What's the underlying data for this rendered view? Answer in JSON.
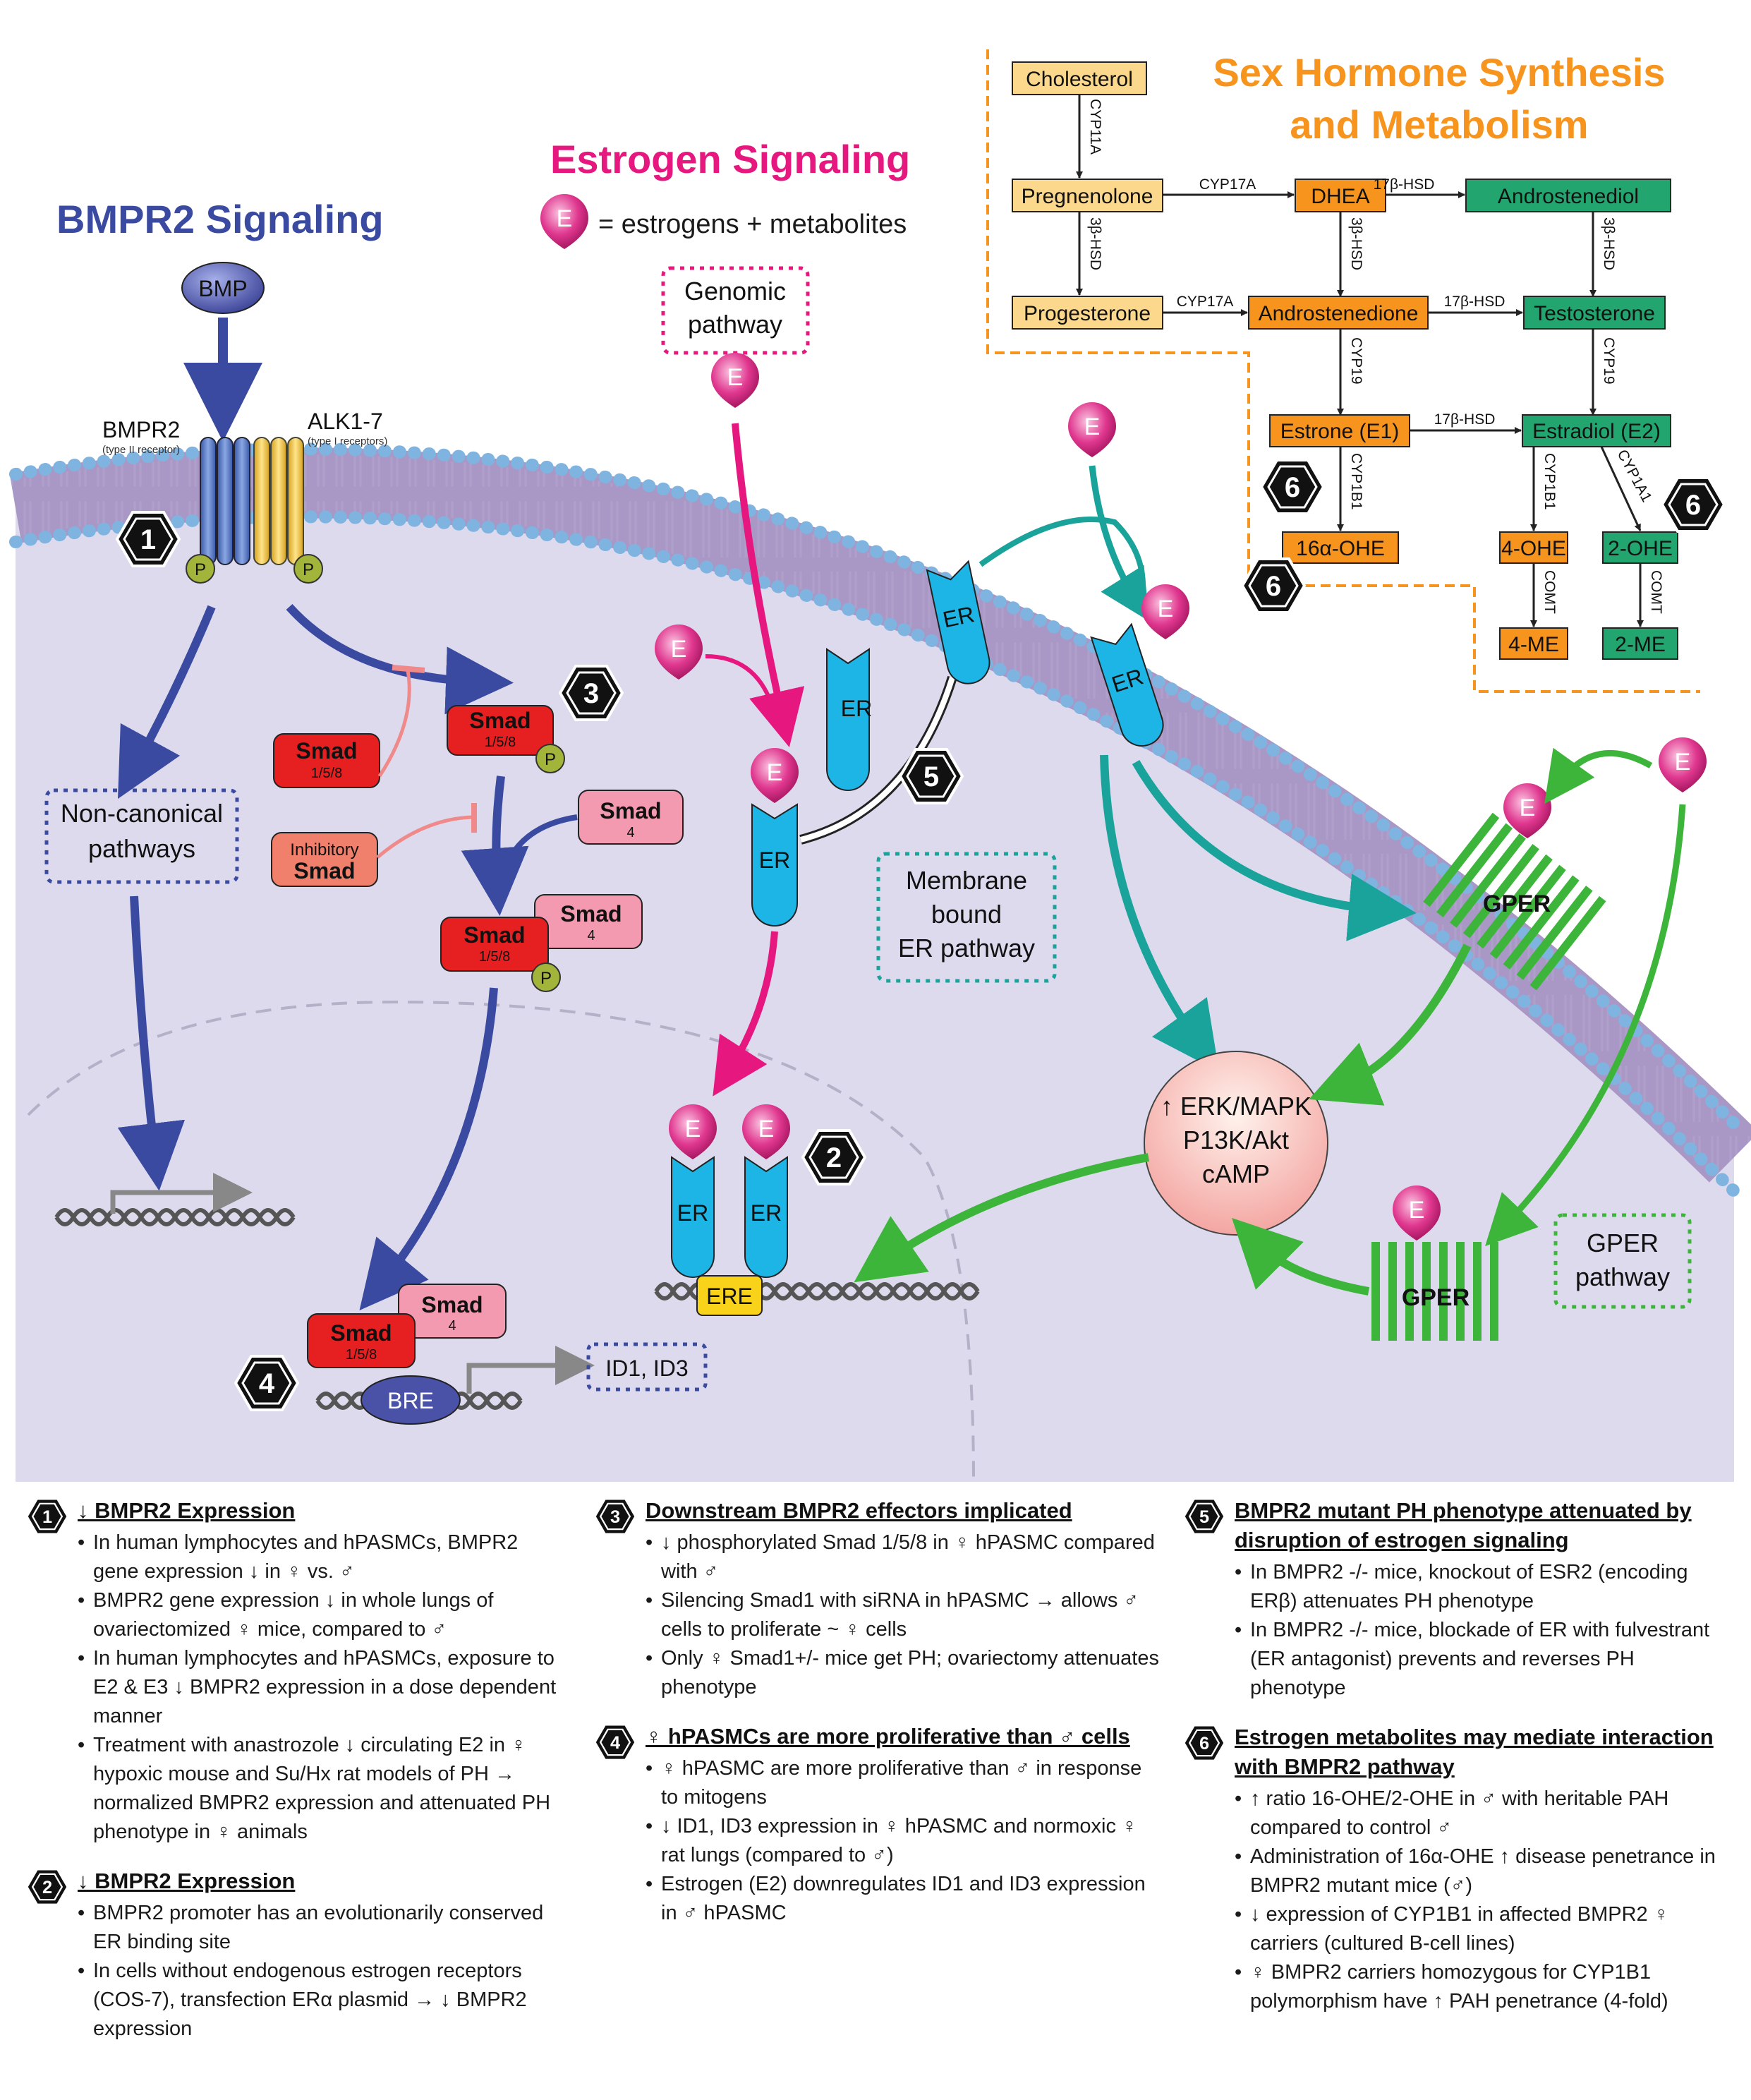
{
  "titles": {
    "bmpr2": "BMPR2 Signaling",
    "estrogen": "Estrogen Signaling",
    "sex_hormone_line1": "Sex Hormone Synthesis",
    "sex_hormone_line2": "and Metabolism"
  },
  "estrogen_key": {
    "symbol": "E",
    "text": "= estrogens + metabolites"
  },
  "bmp_pathway": {
    "bmp": "BMP",
    "receptor_type2": "BMPR2",
    "receptor_type2_sub": "(type II receptor)",
    "receptor_type1": "ALK1-7",
    "receptor_type1_sub": "(type I receptors)",
    "phospho": "P",
    "noncanonical_line1": "Non-canonical",
    "noncanonical_line2": "pathways",
    "smad": "Smad",
    "smad158": "1/5/8",
    "smad4": "4",
    "inhibitory": "Inhibitory",
    "bre": "BRE",
    "targets": "ID1, ID3"
  },
  "estrogen_pathway": {
    "genomic_line1": "Genomic",
    "genomic_line2": "pathway",
    "er": "ER",
    "ere": "ERE",
    "membrane_line1": "Membrane",
    "membrane_line2": "bound",
    "membrane_line3": "ER pathway",
    "gper": "GPER",
    "gper_path_line1": "GPER",
    "gper_path_line2": "pathway",
    "kinase_line1": "↑ ERK/MAPK",
    "kinase_line2": "P13K/Akt",
    "kinase_line3": "cAMP"
  },
  "synthesis": {
    "cholesterol": "Cholesterol",
    "pregnenolone": "Pregnenolone",
    "progesterone": "Progesterone",
    "dhea": "DHEA",
    "androstenediol": "Androstenediol",
    "androstenedione": "Androstenedione",
    "testosterone": "Testosterone",
    "estrone": "Estrone (E1)",
    "estradiol": "Estradiol (E2)",
    "ohe16": "16α-OHE",
    "ohe4": "4-OHE",
    "ohe2": "2-OHE",
    "me4": "4-ME",
    "me2": "2-ME",
    "enz_cyp11a": "CYP11A",
    "enz_cyp17a": "CYP17A",
    "enz_17bhsd": "17β-HSD",
    "enz_3bhsd": "3β-HSD",
    "enz_cyp19": "CYP19",
    "enz_cyp1b1": "CYP1B1",
    "enz_cyp1a1": "CYP1A1",
    "enz_comt": "COMT"
  },
  "markers": [
    "1",
    "2",
    "3",
    "4",
    "5",
    "6"
  ],
  "legend": [
    {
      "num": "1",
      "title": "↓ BMPR2 Expression",
      "items": [
        "In human lymphocytes and hPASMCs, BMPR2 gene expression ↓ in ♀ vs. ♂",
        "BMPR2 gene expression ↓ in whole lungs of ovariectomized ♀ mice, compared to ♂",
        "In human lymphocytes and hPASMCs, exposure to E2 & E3 ↓ BMPR2 expression in a dose dependent manner",
        "Treatment with anastrozole ↓ circulating E2 in ♀ hypoxic mouse and Su/Hx rat models of PH → normalized BMPR2 expression and attenuated PH phenotype in ♀ animals"
      ]
    },
    {
      "num": "2",
      "title": "↓ BMPR2 Expression",
      "items": [
        "BMPR2 promoter has an evolutionarily conserved ER binding site",
        "In cells without endogenous estrogen receptors (COS-7), transfection ERα plasmid → ↓ BMPR2 expression"
      ]
    },
    {
      "num": "3",
      "title": "Downstream BMPR2 effectors implicated",
      "items": [
        "↓ phosphorylated Smad 1/5/8 in ♀ hPASMC compared with ♂",
        "Silencing Smad1 with siRNA in hPASMC → allows ♂ cells to proliferate ~ ♀ cells",
        "Only ♀ Smad1+/- mice get PH; ovariectomy attenuates phenotype"
      ]
    },
    {
      "num": "4",
      "title": "♀ hPASMCs are more proliferative than ♂ cells",
      "items": [
        "♀ hPASMC are more proliferative than ♂ in response to mitogens",
        "↓ ID1, ID3 expression in ♀ hPASMC and normoxic ♀ rat lungs (compared to ♂)",
        "Estrogen (E2) downregulates ID1 and ID3 expression in ♂ hPASMC"
      ]
    },
    {
      "num": "5",
      "title": "BMPR2 mutant PH phenotype attenuated by disruption of estrogen signaling",
      "items": [
        "In BMPR2 -/- mice, knockout of ESR2 (encoding ERβ) attenuates PH phenotype",
        "In BMPR2 -/- mice, blockade of ER with fulvestrant (ER antagonist) prevents and reverses PH phenotype"
      ]
    },
    {
      "num": "6",
      "title": "Estrogen metabolites may mediate interaction with BMPR2 pathway",
      "items": [
        "↑ ratio 16-OHE/2-OHE in ♂ with heritable PAH compared to control ♂",
        "Administration of 16α-OHE ↑ disease penetrance in BMPR2 mutant mice (♂)",
        "↓ expression of CYP1B1 in affected BMPR2 ♀ carriers (cultured B-cell lines)",
        "♀ BMPR2 carriers homozygous for CYP1B1 polymorphism have ↑ PAH penetrance (4-fold)"
      ]
    }
  ],
  "colors": {
    "bmpr2_blue": "#3a4aa0",
    "estrogen_magenta": "#e6177e",
    "sex_hormone_orange": "#f7941d",
    "er_cyan": "#1cb5e6",
    "gper_green": "#3cb53a",
    "teal": "#1aa39a",
    "smad_red": "#e62020",
    "smad4_pink": "#f39ab0",
    "cell_bg": "#dedbee",
    "membrane": "#a998c6"
  }
}
